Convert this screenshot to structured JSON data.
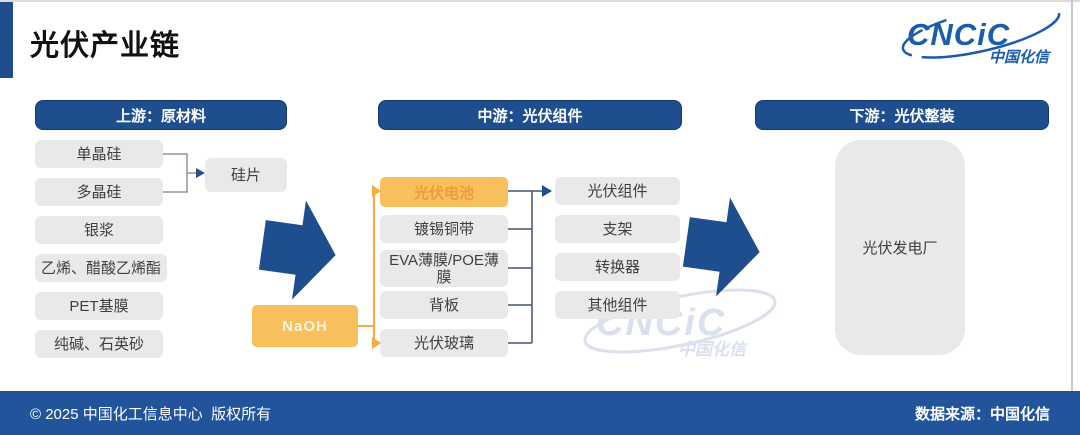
{
  "title": "光伏产业链",
  "logo": {
    "name": "CNCiC",
    "subtitle": "中国化信"
  },
  "watermark": {
    "name": "CNCiC",
    "subtitle": "中国化信"
  },
  "colors": {
    "primary_blue": "#1F4E8E",
    "footer_blue": "#21549B",
    "box_gray": "#E9E9E9",
    "accent_yellow": "#F7C05C",
    "yellow_text": "#ED9C3B",
    "connector_yellow": "#F4AC3D",
    "connector_slate": "#44546A"
  },
  "sections": {
    "upstream": {
      "header": "上游：原材料",
      "items": [
        "单晶硅",
        "多晶硅",
        "银浆",
        "乙烯、醋酸乙烯酯",
        "PET基膜",
        "纯碱、石英砂"
      ],
      "derived": "硅片",
      "chemical": "NaOH"
    },
    "midstream": {
      "header": "中游：光伏组件",
      "components": [
        "光伏电池",
        "镀锡铜带",
        "EVA薄膜/POE薄膜",
        "背板",
        "光伏玻璃"
      ],
      "assembly": [
        "光伏组件",
        "支架",
        "转换器",
        "其他组件"
      ]
    },
    "downstream": {
      "header": "下游：光伏整装",
      "plant": "光伏发电厂"
    }
  },
  "footer": {
    "left": "© 2025 中国化工信息中心  版权所有",
    "right": "数据来源：中国化信"
  }
}
